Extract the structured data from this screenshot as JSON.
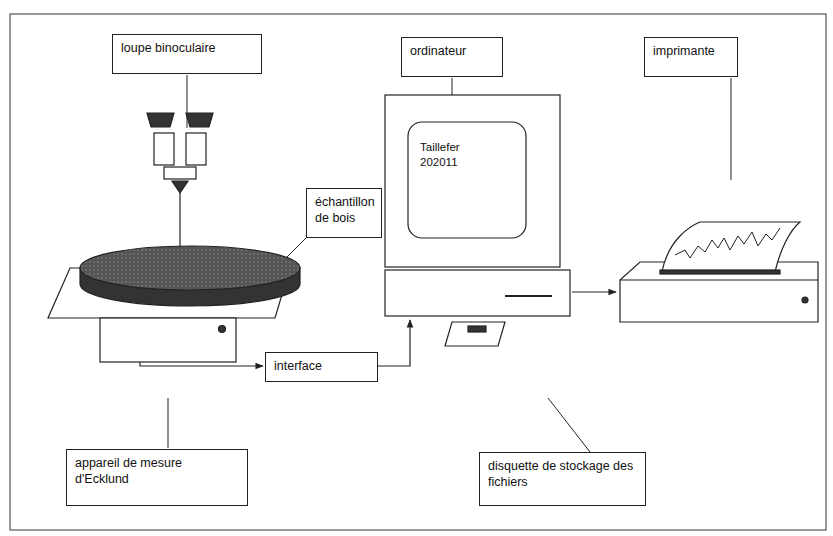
{
  "diagram": {
    "nodes": [
      {
        "text": [
          "loupe binoculaire"
        ]
      },
      {
        "text": [
          "ordinateur"
        ]
      },
      {
        "text": [
          "imprimante"
        ]
      },
      {
        "text": [
          "échantillon de bois"
        ]
      },
      {
        "text": [
          "interface"
        ]
      },
      {
        "text": [
          "appareil de mesure d'Ecklund"
        ]
      },
      {
        "text": [
          "disquette de stockage des fichiers"
        ]
      }
    ],
    "labels": [
      "Taillefer 202011"
    ]
  }
}
